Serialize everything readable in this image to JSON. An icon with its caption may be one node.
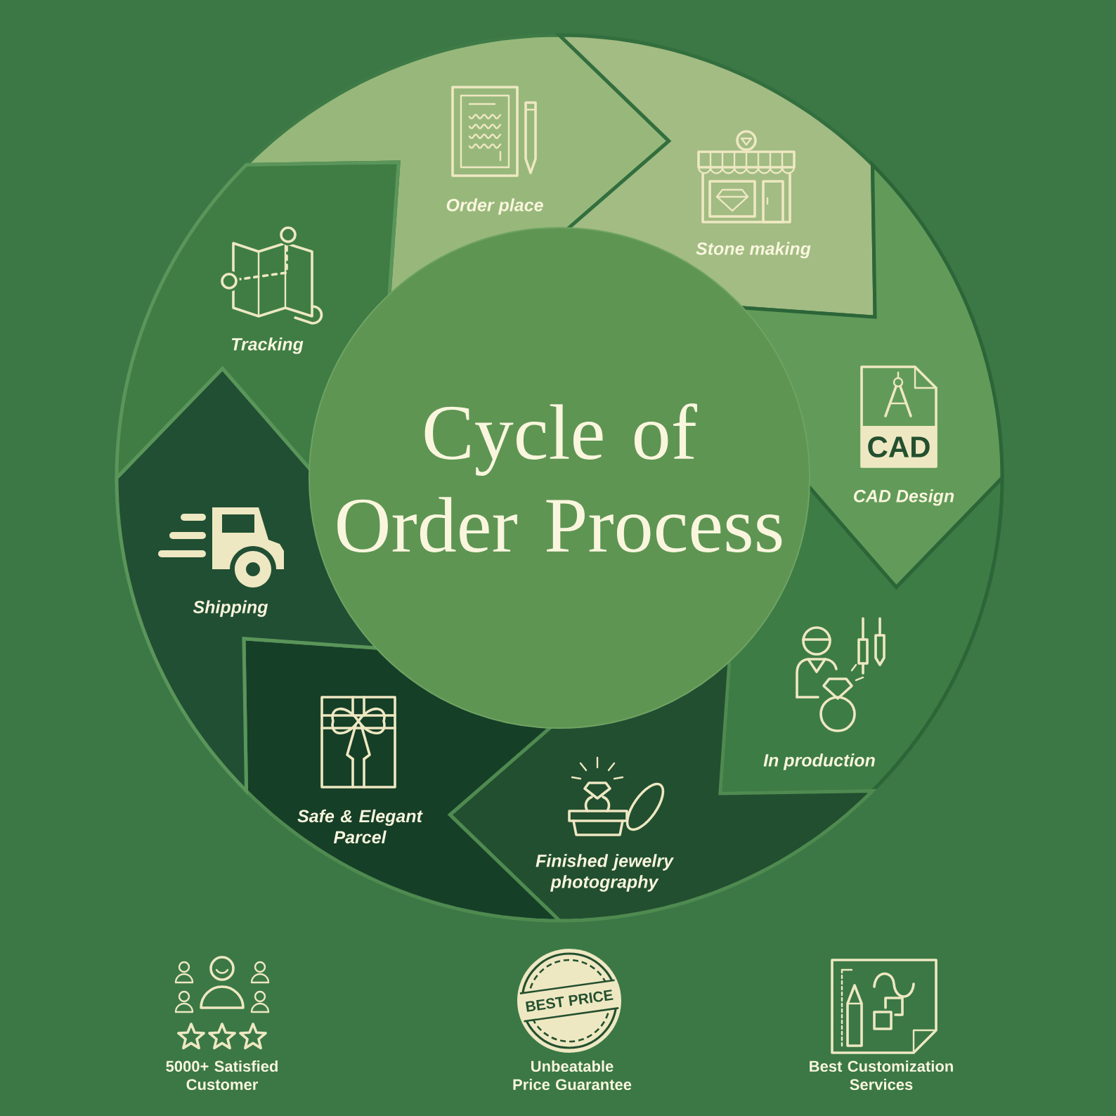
{
  "diagram": {
    "nodes": [
      {
        "text": [
          "Cycle of Order Process"
        ]
      },
      {
        "text": [
          "Order place"
        ]
      },
      {
        "text": [
          "Stone making"
        ]
      },
      {
        "text": [
          "CAD Design"
        ]
      },
      {
        "text": [
          "In production"
        ]
      },
      {
        "text": [
          "Finished jewelry photography"
        ]
      },
      {
        "text": [
          "Safe & Elegant Parcel"
        ]
      },
      {
        "text": [
          "Shipping"
        ]
      },
      {
        "text": [
          "Tracking"
        ]
      },
      {
        "text": [
          "BEST PRICE"
        ]
      }
    ],
    "labels": [
      "CAD",
      "5000+ Satisfied Customer",
      "Unbeatable Price Guarantee",
      "Best Customization Services"
    ]
  }
}
